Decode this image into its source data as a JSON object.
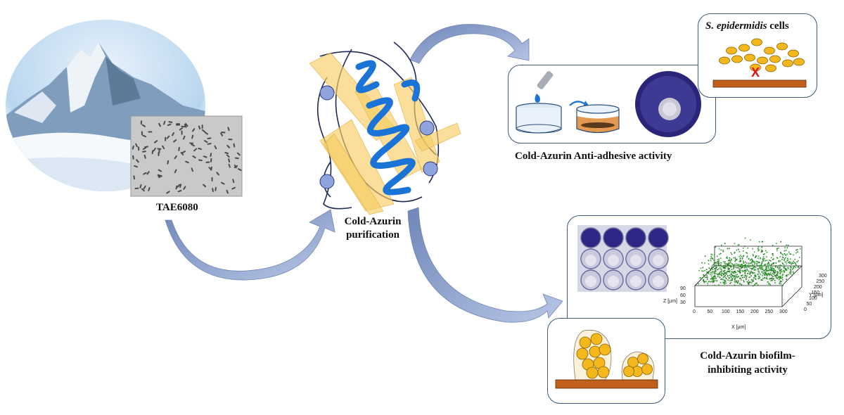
{
  "source": {
    "strain_label": "TAE6080"
  },
  "protein": {
    "caption_line1": "Cold-Azurin",
    "caption_line2": "purification"
  },
  "anti_adhesive": {
    "title": "Cold-Azurin Anti-adhesive activity",
    "cells_label_italic": "S. epidermidis",
    "cells_label_rest": " cells",
    "block_marker": "X"
  },
  "biofilm": {
    "title_line1": "Cold-Azurin biofilm-",
    "title_line2": "inhibiting activity",
    "plot": {
      "x_axis_label": "X [µm]",
      "y_axis_label": "Y [µm]",
      "z_axis_label": "Z [µm]",
      "x_ticks": [
        "0",
        "50",
        "100",
        "150",
        "200",
        "250",
        "300"
      ],
      "y_ticks": [
        "0",
        "50",
        "100",
        "150",
        "200",
        "250",
        "300"
      ],
      "z_ticks": [
        "30",
        "60",
        "90"
      ]
    }
  },
  "colors": {
    "box_border": "#3e5a7a",
    "arrow_fill": "#8fa3cc",
    "cell_yellow": "#f4b81c",
    "surface_brown": "#c0601b",
    "biofilm_green": "#2e9a2e",
    "helix_blue": "#1a73d6",
    "sheet_yellow": "#f7cc62"
  }
}
